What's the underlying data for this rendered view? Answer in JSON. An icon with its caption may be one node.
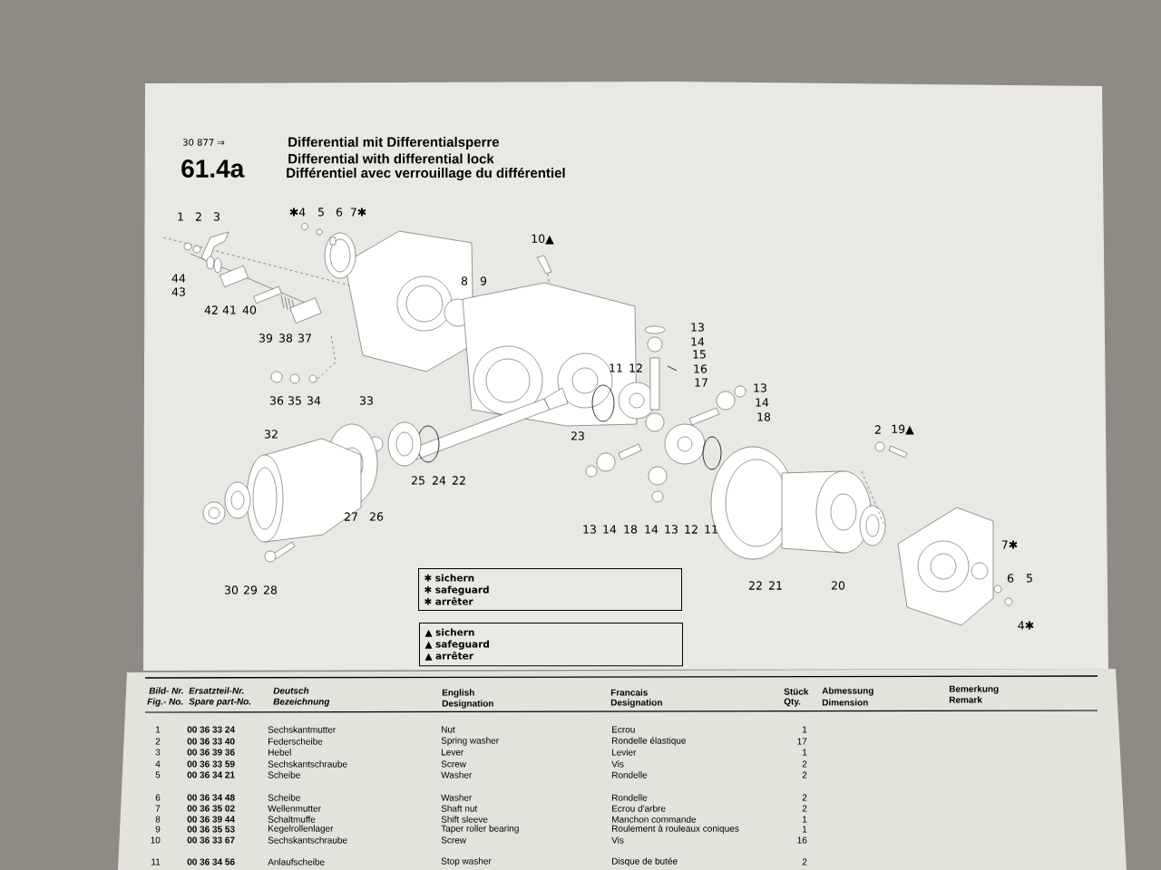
{
  "diagram": {
    "nodes": [
      {
        "text": [
          "✱ sichern",
          "✱ safeguard",
          "✱ arrêter"
        ]
      },
      {
        "text": [
          "▲ sichern",
          "▲ safeguard",
          "▲ arrêter"
        ]
      }
    ],
    "labels": [
      "30 877 ⇒",
      "61.4a",
      "Differential mit Differentialsperre",
      "Differential with differential lock",
      "Différentiel avec verrouillage du différentiel",
      "1",
      "2",
      "3",
      "✱4",
      "5",
      "6",
      "7✱",
      "44",
      "43",
      "42",
      "41",
      "40",
      "39",
      "38",
      "37",
      "10▲",
      "8",
      "9",
      "13",
      "14",
      "15",
      "16",
      "17",
      "13",
      "14",
      "18",
      "11",
      "12",
      "23",
      "36",
      "35",
      "34",
      "33",
      "32",
      "25",
      "24",
      "22",
      "27",
      "26",
      "13",
      "14",
      "18",
      "14",
      "13",
      "12",
      "11",
      "2",
      "19▲",
      "30",
      "29",
      "28",
      "22",
      "21",
      "20",
      "7✱",
      "6",
      "5",
      "4✱",
      "Bild- Nr.",
      "Fig.- No.",
      "Ersatzteil-Nr.",
      "Spare part-No.",
      "Deutsch",
      "Bezeichnung",
      "English",
      "Designation",
      "Francais",
      "Designation",
      "Stück",
      "Qty.",
      "Abmessung",
      "Dimension",
      "Bemerkung",
      "Remark",
      "1",
      "00 36 33 24",
      "Sechskantmutter",
      "Nut",
      "Ecrou",
      "1",
      "2",
      "00 36 33 40",
      "Federscheibe",
      "Spring washer",
      "Rondelle élastique",
      "17",
      "3",
      "00 36 39 36",
      "Hebel",
      "Lever",
      "Levier",
      "1",
      "4",
      "00 36 33 59",
      "Sechskantschraube",
      "Screw",
      "Vis",
      "2",
      "5",
      "00 36 34 21",
      "Scheibe",
      "Washer",
      "Rondelle",
      "2",
      "6",
      "00 36 34 48",
      "Scheibe",
      "Washer",
      "Rondelle",
      "2",
      "7",
      "00 36 35 02",
      "Wellenmutter",
      "Shaft nut",
      "Ecrou d'arbre",
      "2",
      "8",
      "00 36 39 44",
      "Schaltmuffe",
      "Shift sleeve",
      "Manchon commande",
      "1",
      "9",
      "00 36 35 53",
      "Kegelrollenlager",
      "Taper roller bearing",
      "Roulement à rouleaux coniques",
      "1",
      "10",
      "00 36 33 67",
      "Sechskantschraube",
      "Screw",
      "Vis",
      "16",
      "11",
      "00 36 34 56",
      "Anlaufscheibe",
      "Stop washer",
      "Disque de butée",
      "2"
    ]
  }
}
